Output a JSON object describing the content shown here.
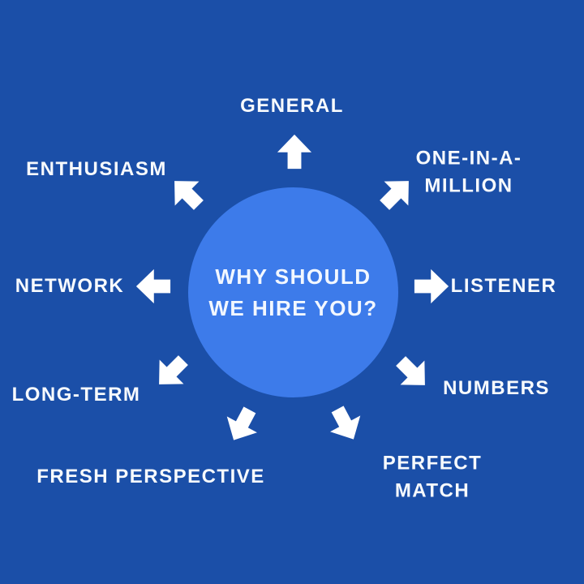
{
  "colors": {
    "background": "#1b4fa8",
    "circle": "#3d7bea",
    "text": "#ffffff"
  },
  "center": {
    "line1": "WHY SHOULD",
    "line2": "WE HIRE YOU?"
  },
  "spokes": [
    {
      "label": "GENERAL",
      "direction": "up"
    },
    {
      "label": "ONE-IN-A-\nMILLION",
      "direction": "up-right"
    },
    {
      "label": "LISTENER",
      "direction": "right"
    },
    {
      "label": "NUMBERS",
      "direction": "down-right"
    },
    {
      "label": "PERFECT MATCH",
      "direction": "down-down-right"
    },
    {
      "label": "FRESH PERSPECTIVE",
      "direction": "down-down-left"
    },
    {
      "label": "LONG-TERM",
      "direction": "down-left"
    },
    {
      "label": "NETWORK",
      "direction": "left"
    },
    {
      "label": "ENTHUSIASM",
      "direction": "up-left"
    }
  ]
}
